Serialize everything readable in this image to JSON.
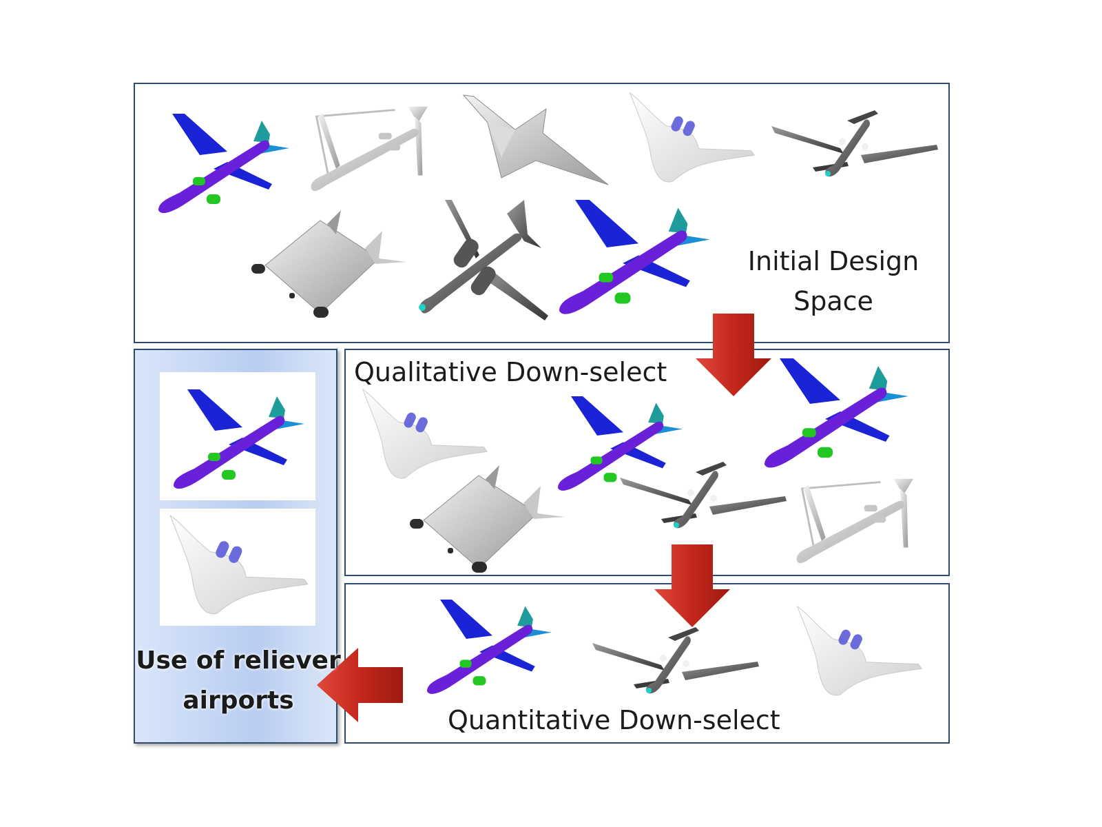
{
  "initial_design_space": {
    "label": "Initial Design Space"
  },
  "qualitative_downselect": {
    "label": "Qualitative Down-select"
  },
  "quantitative_downselect": {
    "label": "Quantitative Down-select"
  },
  "final_selection": {
    "label": "Use of reliever airports"
  },
  "colors": {
    "panel_border": "#2e4a6e",
    "arrow_red": "#c8281c",
    "fuselage_purple": "#6a20d8",
    "wing_blue": "#1b23d6",
    "tail_teal": "#1e9c9c",
    "engine_green": "#22c722",
    "final_panel_fill": "#c3d5f3"
  },
  "icons": [
    "tube-wing-aircraft-icon",
    "truss-braced-aircraft-icon",
    "flying-wing-aircraft-icon",
    "blended-wing-body-aircraft-icon",
    "turboprop-aircraft-icon",
    "cargo-lifting-body-aircraft-icon",
    "twin-engine-business-jet-icon",
    "down-arrow-icon",
    "left-arrow-icon"
  ]
}
